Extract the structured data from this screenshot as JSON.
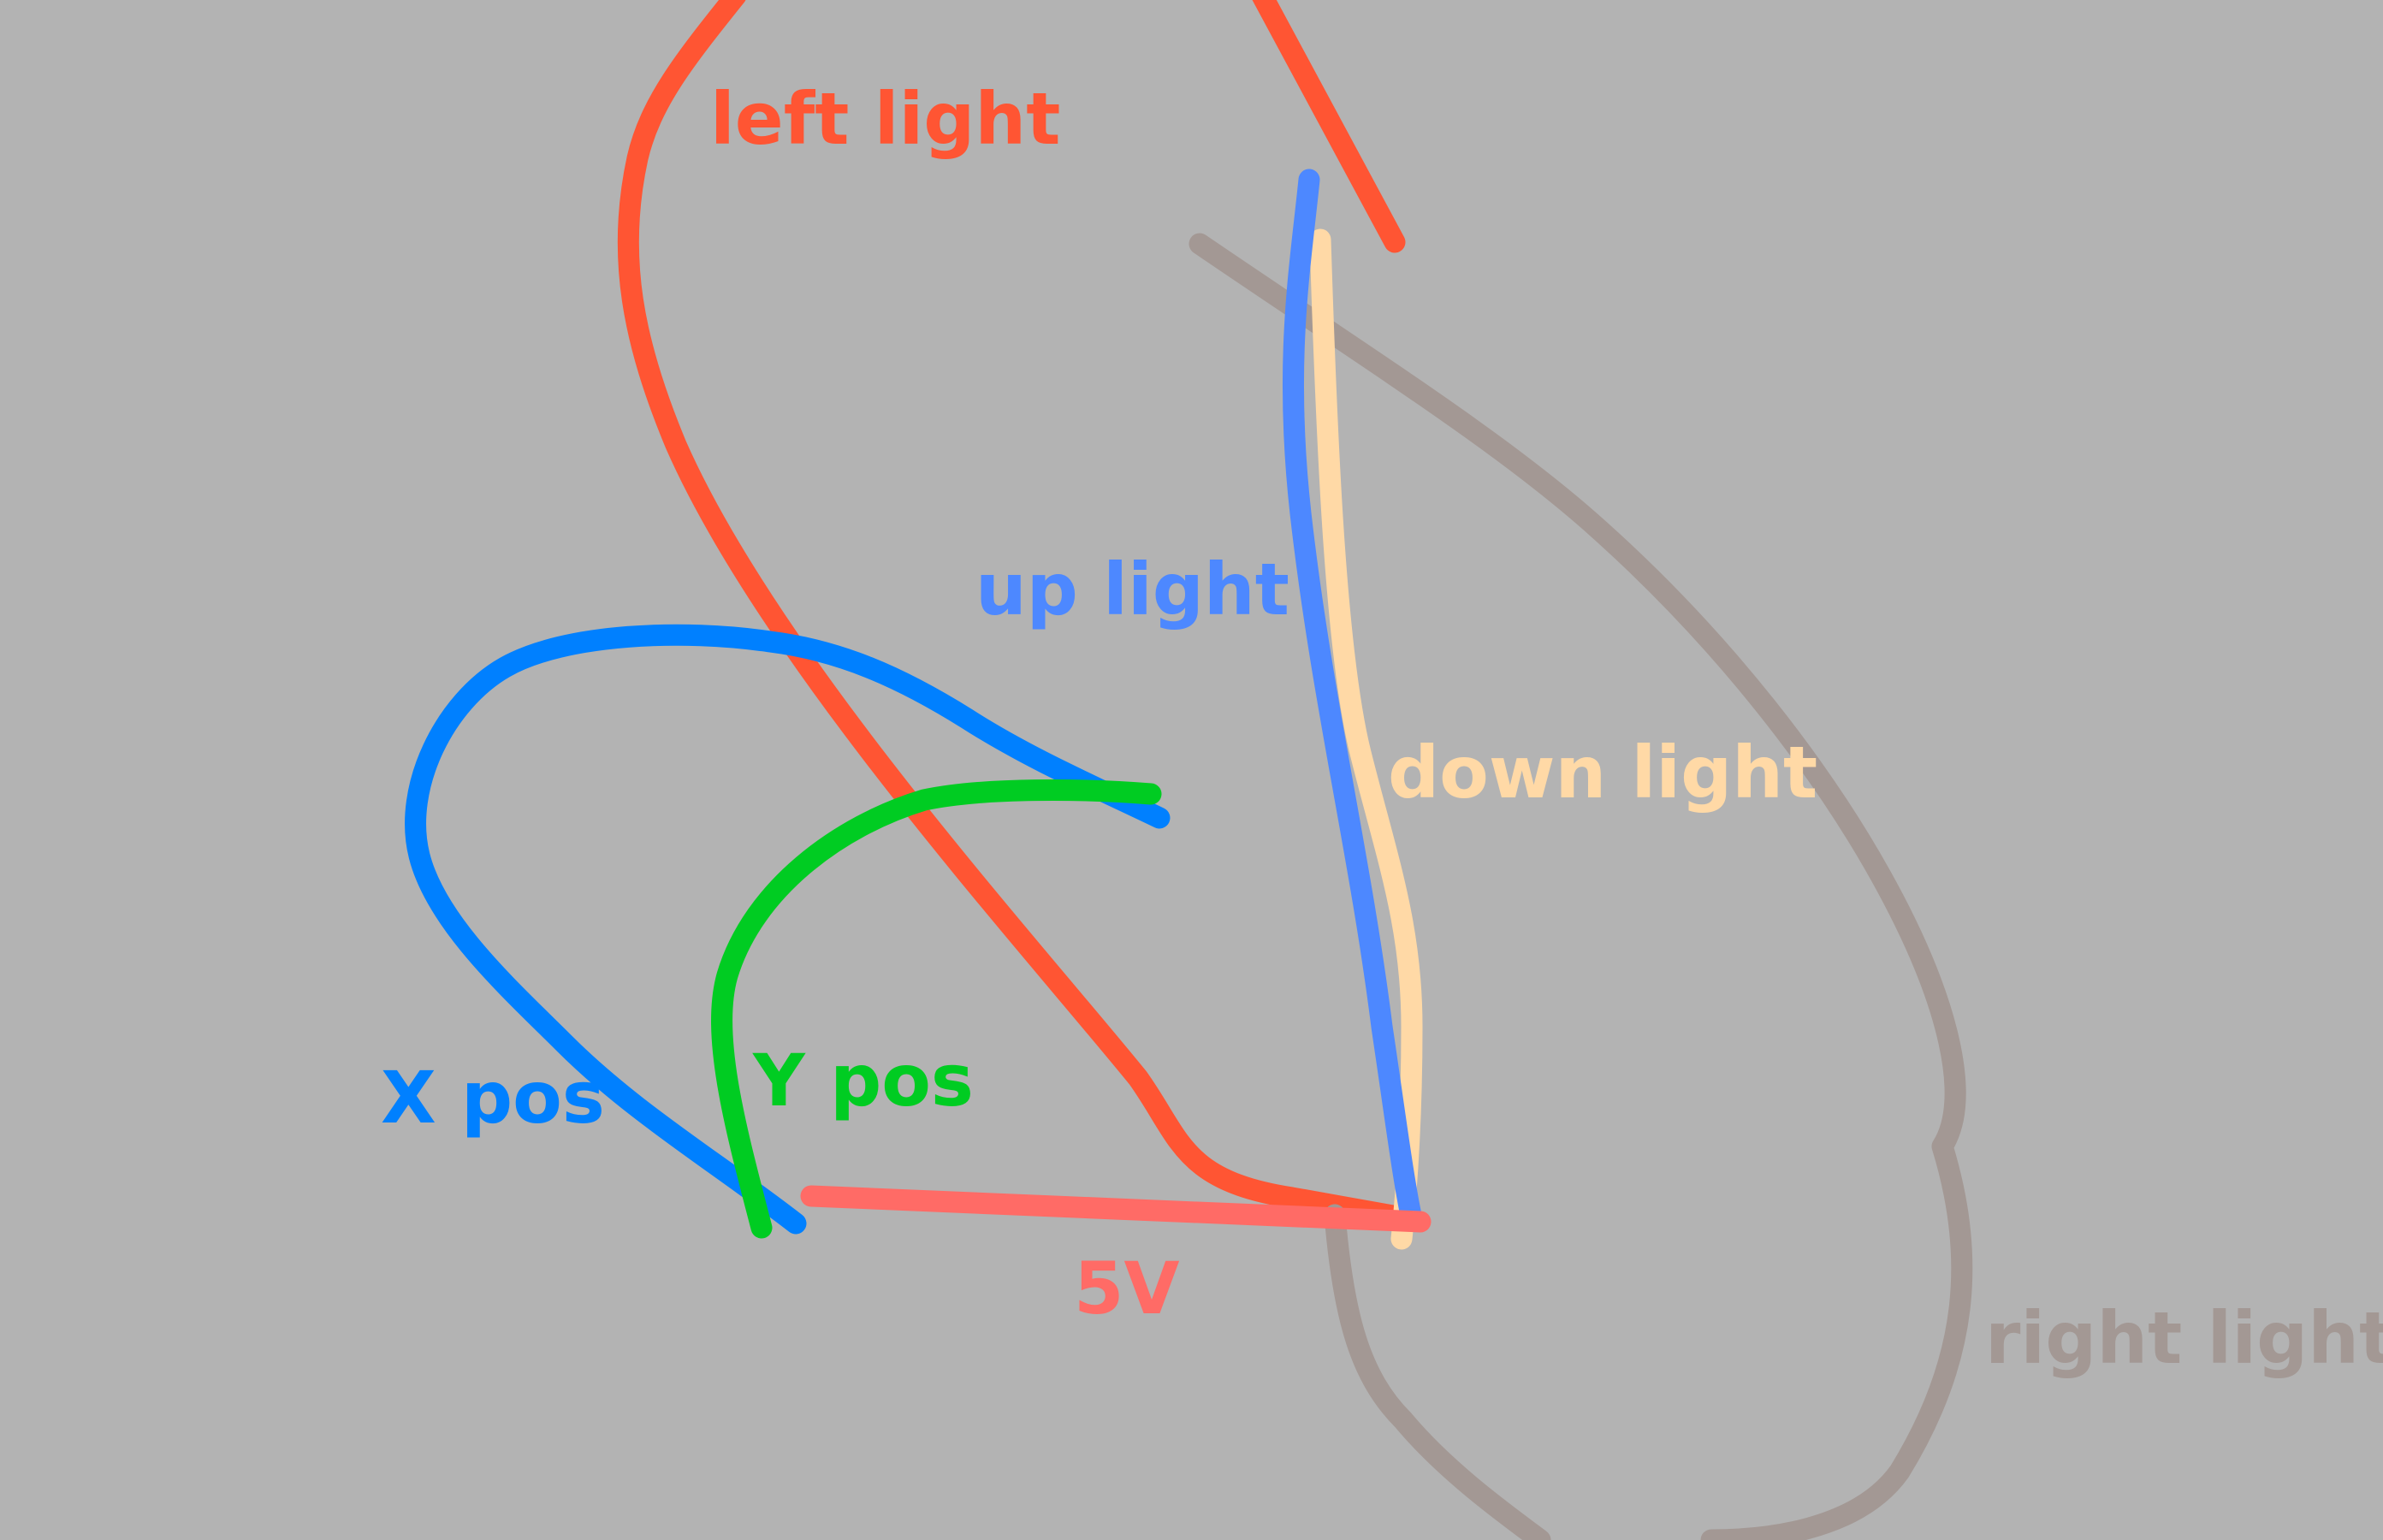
{
  "colors": {
    "background": "#b3b3b3",
    "left_light": "#ff5533",
    "up_light": "#4d88ff",
    "down_light": "#ffd9a6",
    "right_light": "#a39894",
    "x_pos": "#0080ff",
    "y_pos": "#00cc22",
    "five_v": "#ff6b66"
  },
  "labels": {
    "left_light": "left light",
    "up_light": "up light",
    "down_light": "down light",
    "right_light": "right light",
    "x_pos": "X pos",
    "y_pos": "Y pos",
    "five_v": "5V"
  }
}
